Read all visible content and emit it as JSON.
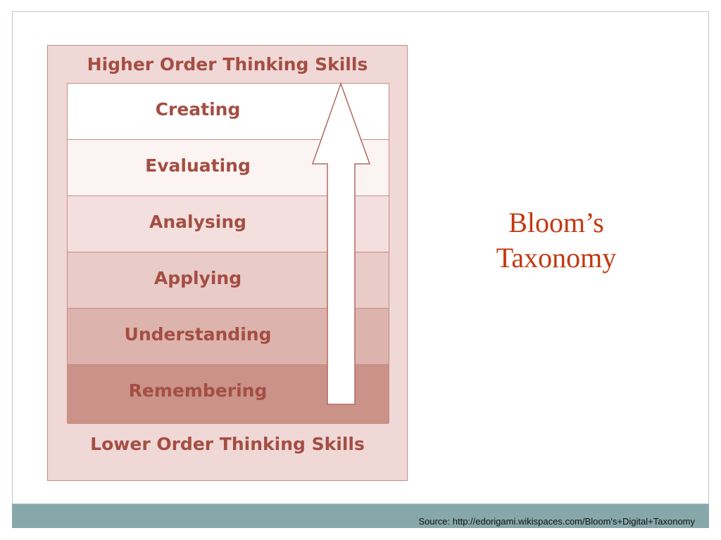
{
  "diagram": {
    "top_heading": "Higher Order  Thinking Skills",
    "bottom_heading": "Lower Order Thinking Skills",
    "levels": [
      {
        "label": "Creating",
        "color": "#ffffff"
      },
      {
        "label": "Evaluating",
        "color": "#fcf4f3"
      },
      {
        "label": "Analysing",
        "color": "#f3e0de"
      },
      {
        "label": "Applying",
        "color": "#e9cbc7"
      },
      {
        "label": "Understanding",
        "color": "#ddb3ad"
      },
      {
        "label": "Remembering",
        "color": "#ca9288"
      }
    ],
    "arrow_direction": "up"
  },
  "title": {
    "line1": "Bloom’s",
    "line2": "Taxonomy"
  },
  "footer": {
    "source": "Source: http://edorigami.wikispaces.com/Bloom's+Digital+Taxonomy"
  },
  "colors": {
    "label_text": "#a44e43",
    "title_text": "#c3380f",
    "panel_background": "#f0d8d7",
    "footer_bar": "#87a8aa"
  }
}
